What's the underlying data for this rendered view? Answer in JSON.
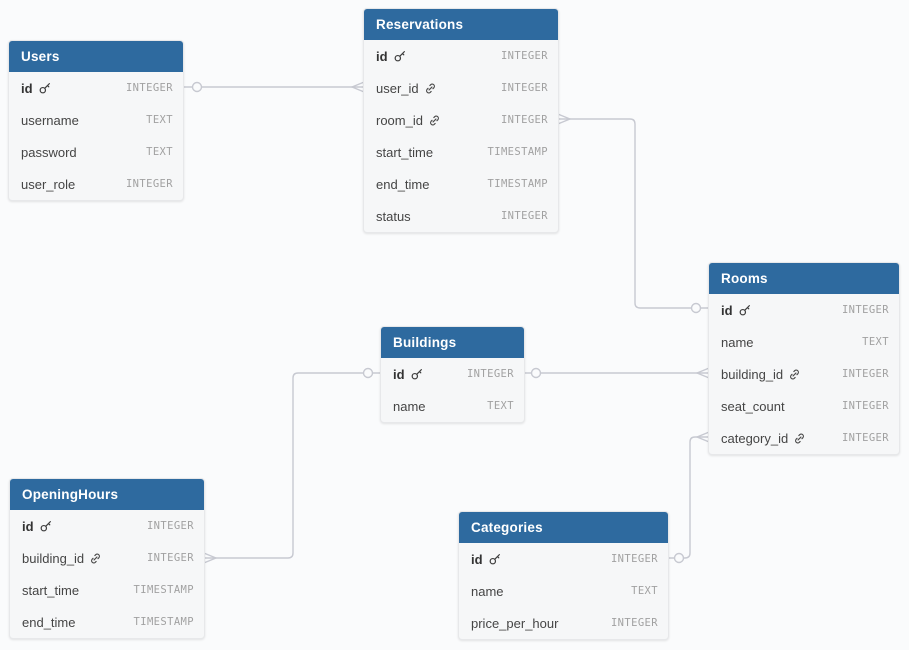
{
  "diagram": {
    "background": "#fafbfc",
    "line_color": "#c7c9d1",
    "header_color": "#2e6a9f",
    "card_color": "#f6f7f8"
  },
  "tables": [
    {
      "title": "Users",
      "columns": [
        {
          "name": "id",
          "type": "INTEGER",
          "icon": "primary-key"
        },
        {
          "name": "username",
          "type": "TEXT"
        },
        {
          "name": "password",
          "type": "TEXT"
        },
        {
          "name": "user_role",
          "type": "INTEGER"
        }
      ]
    },
    {
      "title": "Reservations",
      "columns": [
        {
          "name": "id",
          "type": "INTEGER",
          "icon": "primary-key"
        },
        {
          "name": "user_id",
          "type": "INTEGER",
          "icon": "foreign-key"
        },
        {
          "name": "room_id",
          "type": "INTEGER",
          "icon": "foreign-key"
        },
        {
          "name": "start_time",
          "type": "TIMESTAMP"
        },
        {
          "name": "end_time",
          "type": "TIMESTAMP"
        },
        {
          "name": "status",
          "type": "INTEGER"
        }
      ]
    },
    {
      "title": "Rooms",
      "columns": [
        {
          "name": "id",
          "type": "INTEGER",
          "icon": "primary-key"
        },
        {
          "name": "name",
          "type": "TEXT"
        },
        {
          "name": "building_id",
          "type": "INTEGER",
          "icon": "foreign-key"
        },
        {
          "name": "seat_count",
          "type": "INTEGER"
        },
        {
          "name": "category_id",
          "type": "INTEGER",
          "icon": "foreign-key"
        }
      ]
    },
    {
      "title": "Buildings",
      "columns": [
        {
          "name": "id",
          "type": "INTEGER",
          "icon": "primary-key"
        },
        {
          "name": "name",
          "type": "TEXT"
        }
      ]
    },
    {
      "title": "OpeningHours",
      "columns": [
        {
          "name": "id",
          "type": "INTEGER",
          "icon": "primary-key"
        },
        {
          "name": "building_id",
          "type": "INTEGER",
          "icon": "foreign-key"
        },
        {
          "name": "start_time",
          "type": "TIMESTAMP"
        },
        {
          "name": "end_time",
          "type": "TIMESTAMP"
        }
      ]
    },
    {
      "title": "Categories",
      "columns": [
        {
          "name": "id",
          "type": "INTEGER",
          "icon": "primary-key"
        },
        {
          "name": "name",
          "type": "TEXT"
        },
        {
          "name": "price_per_hour",
          "type": "INTEGER"
        }
      ]
    }
  ],
  "relationships": [
    {
      "one": "Users.id",
      "many": "Reservations.user_id"
    },
    {
      "one": "Rooms.id",
      "many": "Reservations.room_id"
    },
    {
      "one": "Buildings.id",
      "many": "Rooms.building_id"
    },
    {
      "one": "Buildings.id",
      "many": "OpeningHours.building_id"
    },
    {
      "one": "Categories.id",
      "many": "Rooms.category_id"
    }
  ]
}
